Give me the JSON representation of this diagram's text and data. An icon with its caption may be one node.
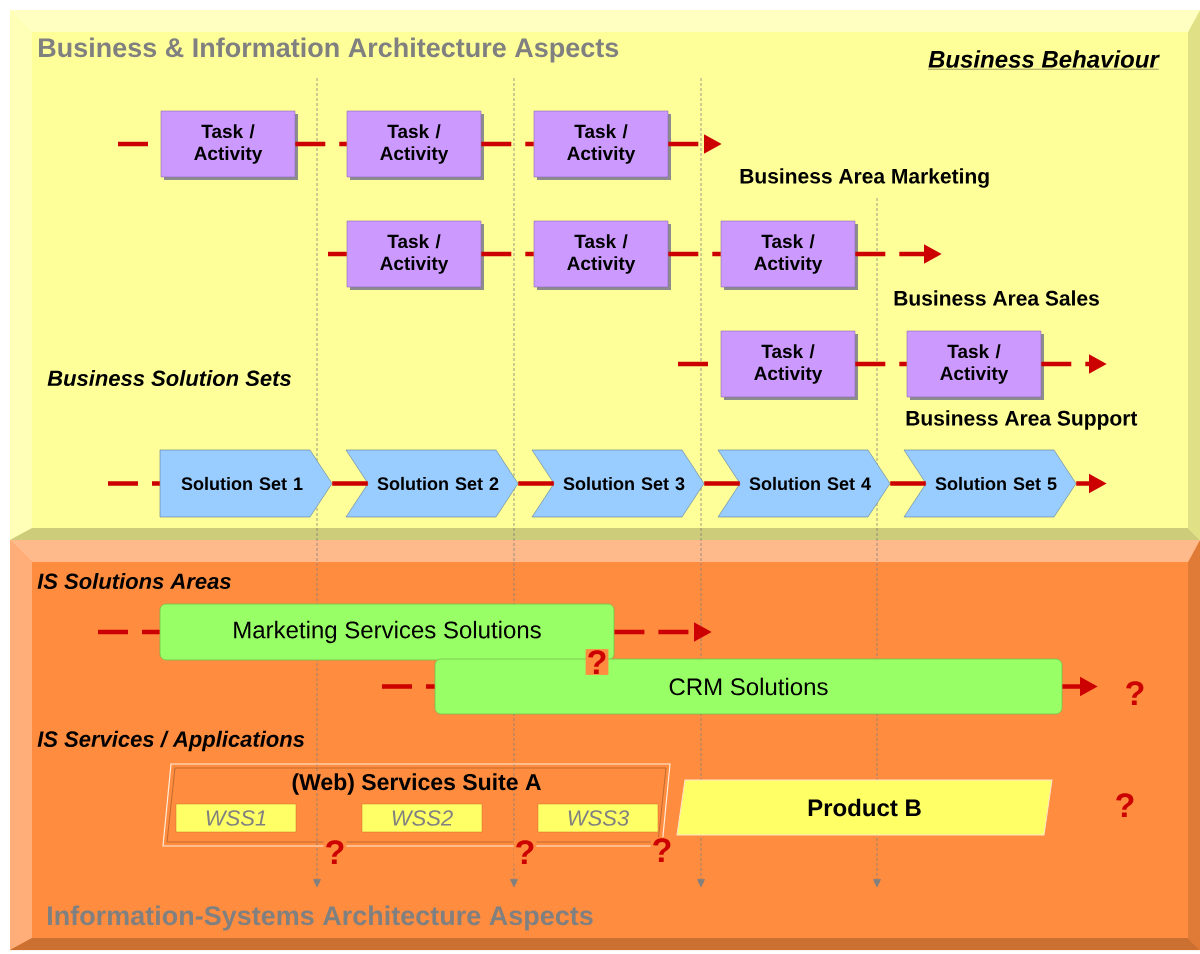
{
  "diagram": {
    "nodes": [
      {
        "text": [
          "Business & Information Architecture Aspects"
        ]
      },
      {
        "text": [
          "Task / Activity"
        ],
        "in": 0
      },
      {
        "text": [
          "Task / Activity"
        ],
        "in": 0
      },
      {
        "text": [
          "Task / Activity"
        ],
        "in": 0
      },
      {
        "text": [
          "Task / Activity"
        ],
        "in": 0
      },
      {
        "text": [
          "Task / Activity"
        ],
        "in": 0
      },
      {
        "text": [
          "Task / Activity"
        ],
        "in": 0
      },
      {
        "text": [
          "Task / Activity"
        ],
        "in": 0
      },
      {
        "text": [
          "Task / Activity"
        ],
        "in": 0
      },
      {
        "text": [
          "Solution Set 1"
        ],
        "in": 0
      },
      {
        "text": [
          "Solution Set 2"
        ],
        "in": 0
      },
      {
        "text": [
          "Solution Set 3"
        ],
        "in": 0
      },
      {
        "text": [
          "Solution Set 4"
        ],
        "in": 0
      },
      {
        "text": [
          "Solution Set 5"
        ],
        "in": 0
      },
      {
        "text": [
          "Information-Systems Architecture Aspects"
        ]
      },
      {
        "text": [
          "Marketing Services Solutions"
        ],
        "in": 14
      },
      {
        "text": [
          "CRM Solutions"
        ],
        "in": 14
      },
      {
        "text": [
          "(Web) Services Suite A"
        ],
        "in": 14
      },
      {
        "text": [
          "WSS1"
        ],
        "in": 17
      },
      {
        "text": [
          "WSS2"
        ],
        "in": 17
      },
      {
        "text": [
          "WSS3"
        ],
        "in": 17
      },
      {
        "text": [
          "Product B"
        ],
        "in": 14
      }
    ],
    "edges": [
      {
        "from": null,
        "to": 1,
        "arrow": "none",
        "style": "dashed"
      },
      {
        "from": 1,
        "to": 2,
        "arrow": "none",
        "style": "dashed"
      },
      {
        "from": 2,
        "to": 3,
        "arrow": "none",
        "style": "dashed"
      },
      {
        "from": 3,
        "to": null,
        "arrow": "to",
        "style": "dashed"
      },
      {
        "from": null,
        "to": 4,
        "arrow": "none",
        "style": "dashed"
      },
      {
        "from": 4,
        "to": 5,
        "arrow": "none",
        "style": "dashed"
      },
      {
        "from": 5,
        "to": 6,
        "arrow": "none",
        "style": "dashed"
      },
      {
        "from": 6,
        "to": null,
        "arrow": "to",
        "style": "dashed"
      },
      {
        "from": null,
        "to": 7,
        "arrow": "none",
        "style": "dashed"
      },
      {
        "from": 7,
        "to": 8,
        "arrow": "none",
        "style": "dashed"
      },
      {
        "from": 8,
        "to": null,
        "arrow": "to",
        "style": "dashed"
      },
      {
        "from": null,
        "to": 9,
        "arrow": "none",
        "style": "dashed"
      },
      {
        "from": 9,
        "to": 10,
        "arrow": "none"
      },
      {
        "from": 10,
        "to": 11,
        "arrow": "none"
      },
      {
        "from": 11,
        "to": 12,
        "arrow": "none"
      },
      {
        "from": 12,
        "to": 13,
        "arrow": "none"
      },
      {
        "from": 13,
        "to": null,
        "arrow": "to",
        "style": "dashed"
      },
      {
        "from": null,
        "to": 15,
        "arrow": "none",
        "style": "dashed"
      },
      {
        "from": 15,
        "to": null,
        "arrow": "to",
        "style": "dashed"
      },
      {
        "from": null,
        "to": 16,
        "arrow": "none",
        "style": "dashed"
      },
      {
        "from": 16,
        "to": null,
        "arrow": "to",
        "style": "dashed"
      }
    ],
    "labels": [
      "Business Behaviour",
      "Business Area Marketing",
      "Business Area Sales",
      "Business Solution Sets",
      "Business Area Support",
      "IS Solutions Areas",
      "?",
      "?",
      "IS Services / Applications",
      "?",
      "?",
      "?",
      "?"
    ]
  }
}
